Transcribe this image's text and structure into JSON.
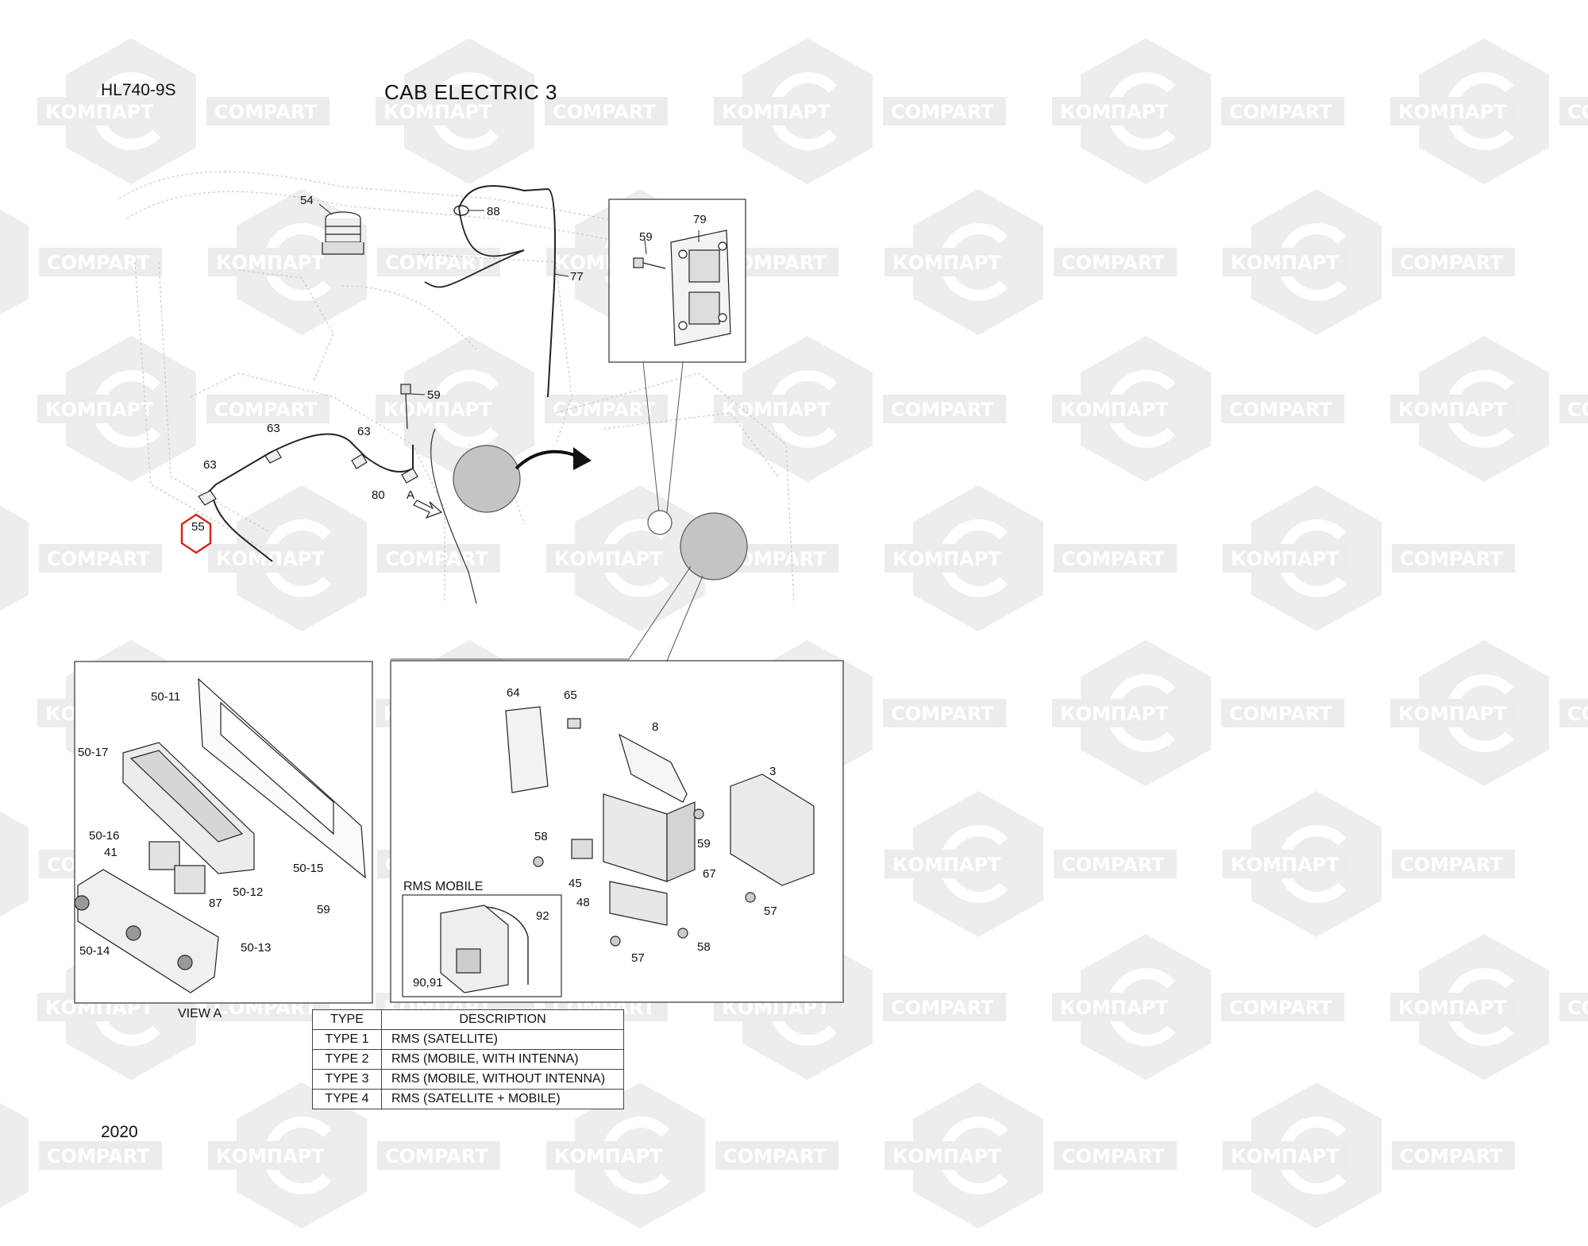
{
  "header": {
    "model": "HL740-9S",
    "title": "CAB ELECTRIC 3"
  },
  "footer": {
    "year": "2020"
  },
  "watermark": {
    "brand_ru": "КОМПАРТ",
    "brand_en": "COMPART",
    "color": "#c8c8c8"
  },
  "highlight": {
    "part": "55",
    "color": "#d9261c"
  },
  "upper_callouts": [
    "54",
    "88",
    "77",
    "79",
    "59",
    "59",
    "63",
    "63",
    "63",
    "80",
    "A",
    "55"
  ],
  "view_a": {
    "caption": "VIEW A",
    "callouts": [
      "50-11",
      "50-17",
      "50-16",
      "41",
      "87",
      "50-12",
      "50-15",
      "59",
      "50-14",
      "50-13"
    ]
  },
  "rms_box": {
    "callouts": [
      "64",
      "65",
      "8",
      "3",
      "58",
      "45",
      "59",
      "67",
      "48",
      "57",
      "57",
      "58"
    ],
    "mobile": {
      "label": "RMS MOBILE",
      "callouts": [
        "92",
        "90,91"
      ]
    }
  },
  "type_table": {
    "headers": [
      "TYPE",
      "DESCRIPTION"
    ],
    "rows": [
      {
        "type": "TYPE 1",
        "description": "RMS (SATELLITE)"
      },
      {
        "type": "TYPE 2",
        "description": "RMS (MOBILE, WITH INTENNA)"
      },
      {
        "type": "TYPE 3",
        "description": "RMS (MOBILE, WITHOUT INTENNA)"
      },
      {
        "type": "TYPE 4",
        "description": "RMS (SATELLITE + MOBILE)"
      }
    ]
  }
}
